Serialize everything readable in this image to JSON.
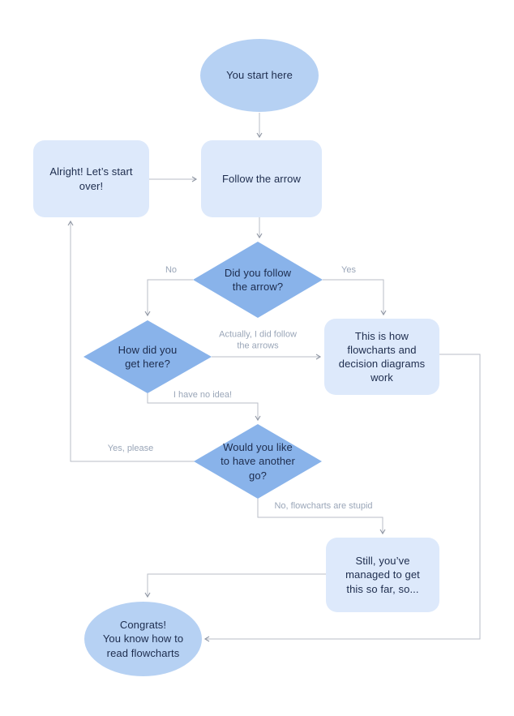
{
  "diagram": {
    "type": "flowchart",
    "background": "#ffffff"
  },
  "colors": {
    "ellipse_fill": "#b6d1f3",
    "rect_fill": "#dde9fb",
    "diamond_fill": "#89b3ea",
    "node_text": "#1d2c4d",
    "edge_label_text": "#9aa6b8",
    "connector": "#b9bec7",
    "arrowhead": "#8f96a3"
  },
  "nodes": {
    "start": {
      "shape": "ellipse",
      "label": "You start here"
    },
    "alright": {
      "shape": "rounded-rect",
      "label": "Alright! Let’s start\nover!"
    },
    "follow": {
      "shape": "rounded-rect",
      "label": "Follow the arrow"
    },
    "did_follow": {
      "shape": "diamond",
      "label": "Did you follow\nthe arrow?"
    },
    "how_here": {
      "shape": "diamond",
      "label": "How did you\nget here?"
    },
    "this_is_how": {
      "shape": "rounded-rect",
      "label": "This is how\nflowcharts and\ndecision diagrams\nwork"
    },
    "another_go": {
      "shape": "diamond",
      "label": "Would you like\nto have another\ngo?"
    },
    "still": {
      "shape": "rounded-rect",
      "label": "Still, you’ve\nmanaged to get\nthis so far, so..."
    },
    "congrats": {
      "shape": "ellipse",
      "label": "Congrats!\nYou know how to\nread flowcharts"
    }
  },
  "edges": [
    {
      "from": "start",
      "to": "follow",
      "label": ""
    },
    {
      "from": "alright",
      "to": "follow",
      "label": ""
    },
    {
      "from": "follow",
      "to": "did_follow",
      "label": ""
    },
    {
      "from": "did_follow",
      "to": "how_here",
      "label": "No"
    },
    {
      "from": "did_follow",
      "to": "this_is_how",
      "label": "Yes"
    },
    {
      "from": "how_here",
      "to": "this_is_how",
      "label": "Actually, I did follow\nthe arrows"
    },
    {
      "from": "how_here",
      "to": "another_go",
      "label": "I have no idea!"
    },
    {
      "from": "another_go",
      "to": "alright",
      "label": "Yes, please"
    },
    {
      "from": "another_go",
      "to": "still",
      "label": "No, flowcharts are stupid"
    },
    {
      "from": "still",
      "to": "congrats",
      "label": ""
    },
    {
      "from": "this_is_how",
      "to": "congrats",
      "label": ""
    }
  ]
}
